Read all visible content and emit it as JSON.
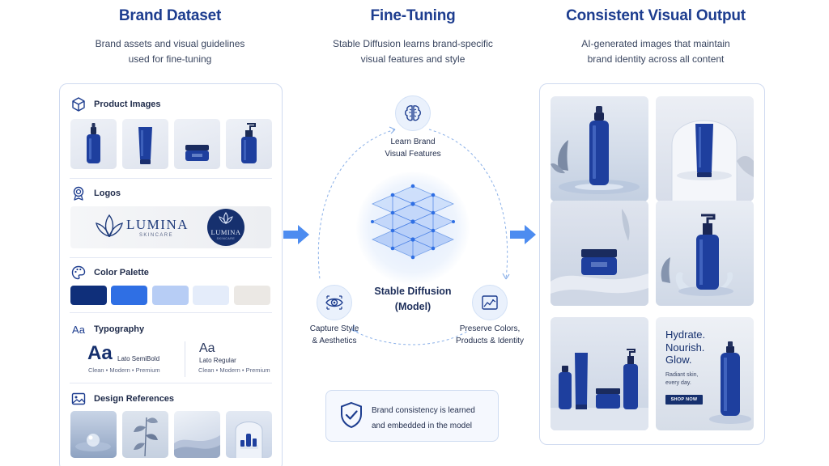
{
  "columns": {
    "left": {
      "title": "Brand Dataset",
      "subtitle_line1": "Brand assets and visual guidelines",
      "subtitle_line2": "used for fine-tuning"
    },
    "middle": {
      "title": "Fine-Tuning",
      "subtitle_line1": "Stable Diffusion learns brand-specific",
      "subtitle_line2": "visual features and style"
    },
    "right": {
      "title": "Consistent Visual Output",
      "subtitle_line1": "AI-generated images that maintain",
      "subtitle_line2": "brand identity across all content"
    }
  },
  "dataset": {
    "sections": [
      {
        "label": "Product Images",
        "icon": "cube-icon"
      },
      {
        "label": "Logos",
        "icon": "badge-icon"
      },
      {
        "label": "Color Palette",
        "icon": "palette-icon"
      },
      {
        "label": "Typography",
        "icon": "aa-icon"
      },
      {
        "label": "Design References",
        "icon": "image-icon"
      }
    ],
    "logo": {
      "wordmark": "LUMINA",
      "tagline": "SKINCARE",
      "badge_wordmark": "LUMINA",
      "badge_tagline": "SKINCARE"
    },
    "palette": [
      "#0f2f7a",
      "#2f6fe4",
      "#b7cdf5",
      "#e4ecfa",
      "#ebe8e4"
    ],
    "typography": {
      "aa_label": "Aa",
      "primary_sample": "Aa",
      "primary_name": "Lato SemiBold",
      "primary_tags": "Clean • Modern • Premium",
      "secondary_sample": "Aa",
      "secondary_name": "Lato Regular",
      "secondary_tags": "Clean • Modern • Premium"
    }
  },
  "finetune": {
    "learn_line1": "Learn Brand",
    "learn_line2": "Visual Features",
    "model_line1": "Stable Diffusion",
    "model_line2": "(Model)",
    "capture_line1": "Capture Style",
    "capture_line2": "& Aesthetics",
    "preserve_line1": "Preserve Colors,",
    "preserve_line2": "Products & Identity",
    "note_line1": "Brand consistency is learned",
    "note_line2": "and embedded in the model"
  },
  "output": {
    "ad_headline_1": "Hydrate.",
    "ad_headline_2": "Nourish.",
    "ad_headline_3": "Glow.",
    "ad_body_1": "Radiant skin,",
    "ad_body_2": "every day.",
    "ad_cta": "SHOP NOW"
  },
  "colors": {
    "title_blue": "#1d3d8f",
    "product_blue": "#1e3f9e",
    "arrow_blue": "#4d8cf0",
    "panel_border": "#cfdaf0"
  }
}
